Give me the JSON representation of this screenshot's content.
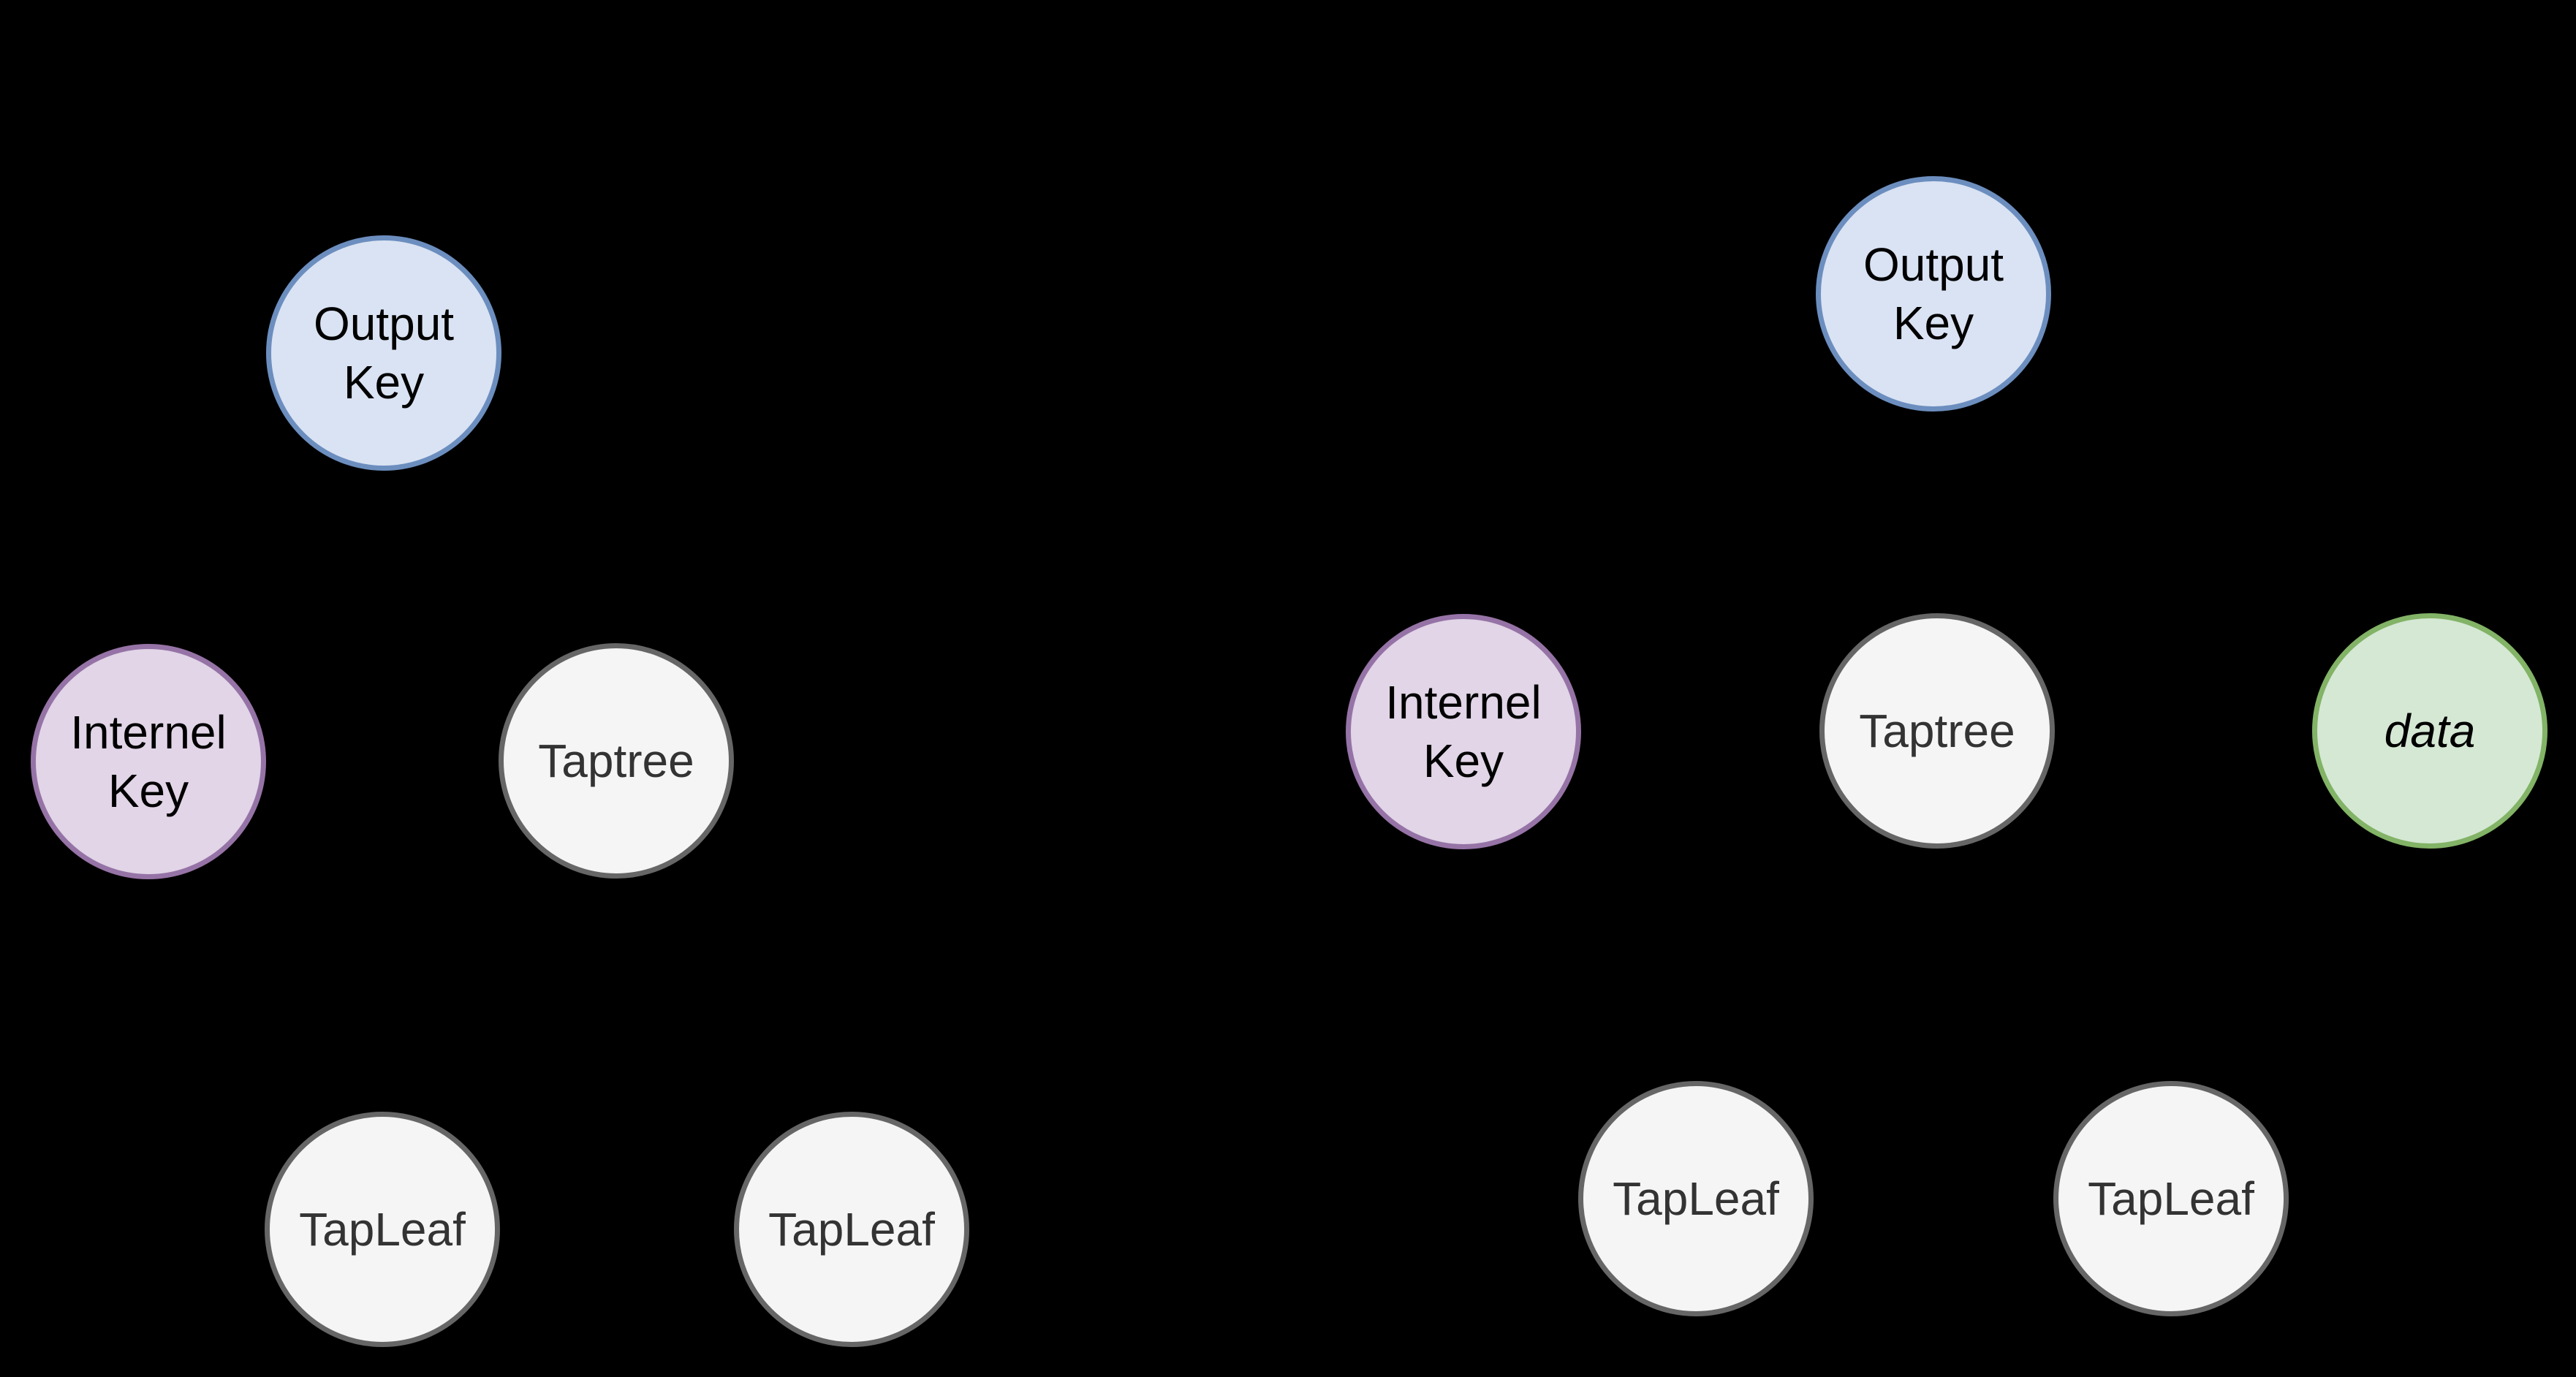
{
  "background_color": "#000000",
  "palette": {
    "blue": {
      "fill": "#dae3f3",
      "stroke": "#6c8ebf",
      "text": "#000000"
    },
    "purple": {
      "fill": "#e1d5e7",
      "stroke": "#9673a6",
      "text": "#000000"
    },
    "gray": {
      "fill": "#f5f5f5",
      "stroke": "#666666",
      "text": "#333333"
    },
    "green": {
      "fill": "#d5e8d4",
      "stroke": "#82b366",
      "text": "#000000"
    }
  },
  "trees": [
    {
      "id": "left",
      "nodes": [
        {
          "label": "Output\nKey",
          "color": "blue"
        },
        {
          "label": "Internel\nKey",
          "color": "purple"
        },
        {
          "label": "Taptree",
          "color": "gray"
        },
        {
          "label": "TapLeaf",
          "color": "gray"
        },
        {
          "label": "TapLeaf",
          "color": "gray"
        }
      ]
    },
    {
      "id": "right",
      "nodes": [
        {
          "label": "Output\nKey",
          "color": "blue"
        },
        {
          "label": "Internel\nKey",
          "color": "purple"
        },
        {
          "label": "Taptree",
          "color": "gray"
        },
        {
          "label": "data",
          "color": "green",
          "italic": true
        },
        {
          "label": "TapLeaf",
          "color": "gray"
        },
        {
          "label": "TapLeaf",
          "color": "gray"
        }
      ]
    }
  ]
}
